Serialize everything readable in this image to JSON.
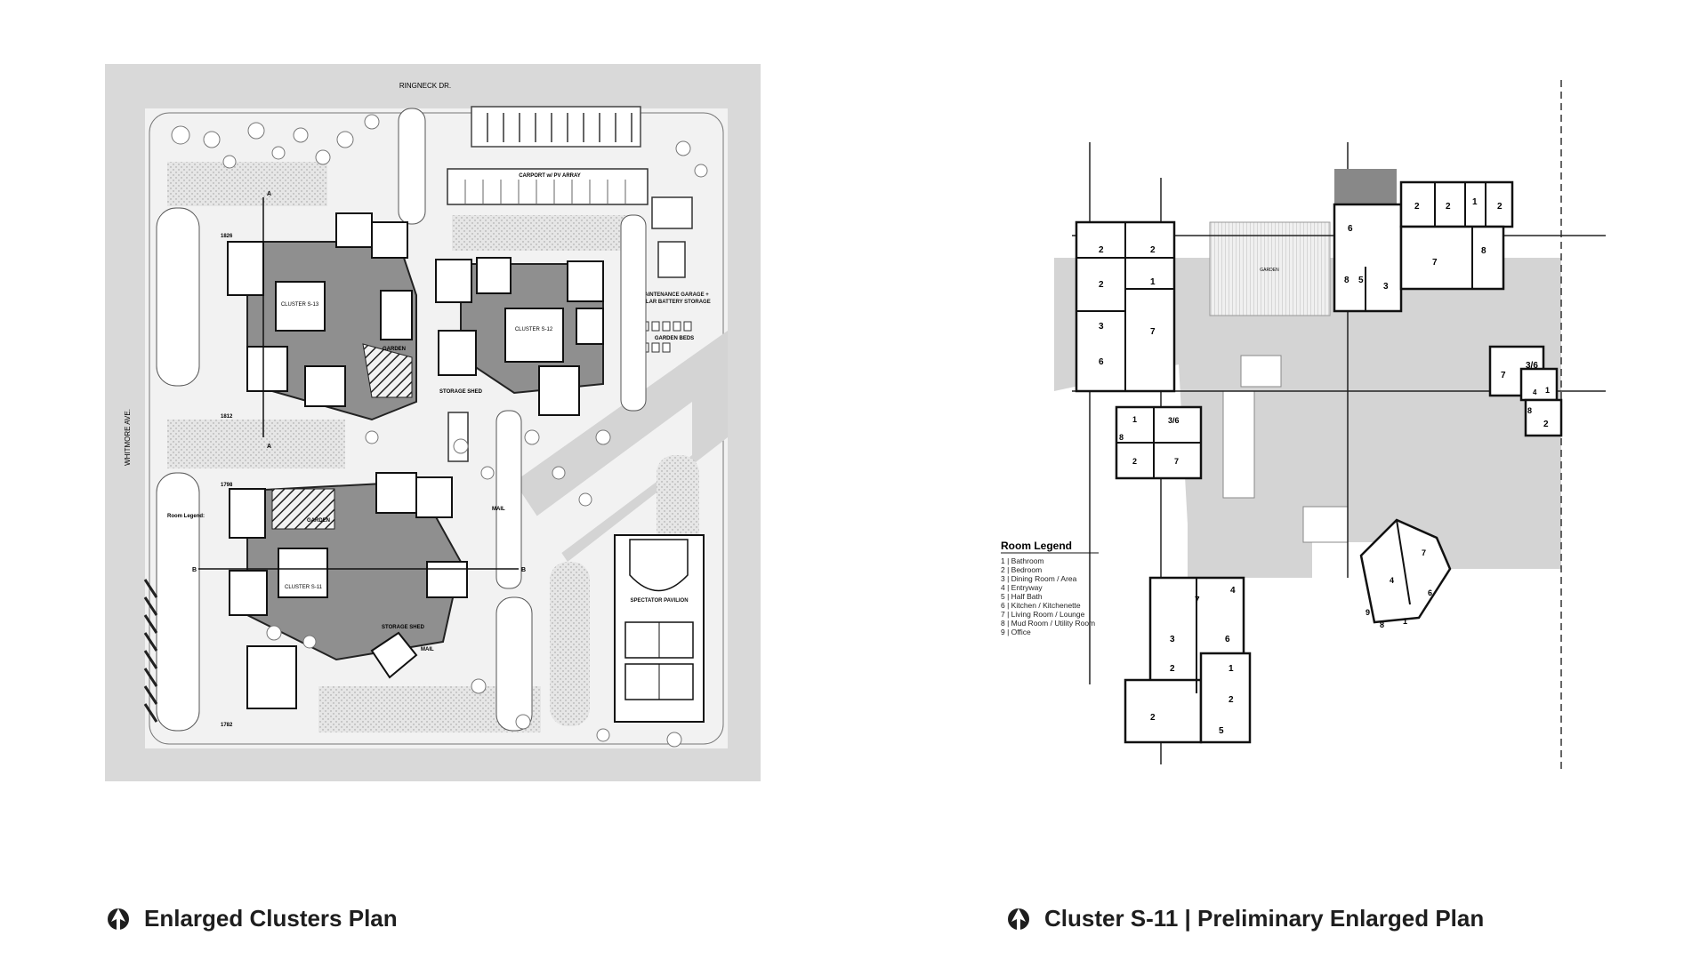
{
  "site_plan": {
    "street_top": "RINGNECK DR.",
    "street_left": "WHITMORE AVE.",
    "labels": {
      "carport": "CARPORT w/ PV ARRAY",
      "maintenance": "MAINTENANCE GARAGE + SOLAR BATTERY STORAGE",
      "garden_beds": "GARDEN BEDS",
      "cluster_s13": "CLUSTER S-13",
      "cluster_s12": "CLUSTER S-12",
      "cluster_s11": "CLUSTER S-11",
      "garden_1": "GARDEN",
      "garden_2": "GARDEN",
      "storage_shed_1": "STORAGE SHED",
      "storage_shed_2": "STORAGE SHED",
      "mail_1": "MAIL",
      "mail_2": "MAIL",
      "spectator": "SPECTATOR PAVILION",
      "section_a_top": "A",
      "section_a_bottom": "A",
      "section_b_left": "B",
      "section_b_right": "B",
      "room_legend_title": "Room Legend:",
      "lot_1826": "1826",
      "lot_1812": "1812",
      "lot_1798": "1798",
      "lot_1782": "1782"
    }
  },
  "cluster_plan": {
    "garden_label": "GARDEN",
    "legend_title": "Room Legend",
    "legend_items": [
      "1 | Bathroom",
      "2 | Bedroom",
      "3 | Dining Room / Area",
      "4 | Entryway",
      "5 | Half Bath",
      "6 | Kitchen / Kitchenette",
      "7 | Living Room / Lounge",
      "8 | Mud Room / Utility Room",
      "9 | Office"
    ],
    "room_numbers": {
      "w1": "2",
      "w2": "2",
      "w3": "2",
      "w4": "1",
      "w5": "3",
      "w6": "7",
      "w7": "6",
      "m1": "1",
      "m2": "3/6",
      "m3": "8",
      "m4": "2",
      "m5": "7",
      "n1": "2",
      "n2": "2",
      "n3": "1",
      "n4": "2",
      "n5": "6",
      "n6": "8",
      "n7": "5",
      "n8": "3",
      "n9": "7",
      "n10": "8",
      "e1": "7",
      "e2": "3/6",
      "e3": "1",
      "e4": "4",
      "e5": "8",
      "e6": "2",
      "se1": "4",
      "se2": "7",
      "se3": "6",
      "se4": "9",
      "se5": "8",
      "se6": "1",
      "s1": "7",
      "s2": "4",
      "s3": "3",
      "s4": "6",
      "s5": "1",
      "s6": "2",
      "s7": "2",
      "s8": "2",
      "s9": "5"
    }
  },
  "captions": {
    "left": "Enlarged Clusters Plan",
    "right": "Cluster S-11 | Preliminary Enlarged Plan"
  },
  "colors": {
    "ink": "#1e1e1e",
    "paving": "#d4d4d4",
    "courtyard": "#8f8f8f",
    "lawn": "#f2f2f2"
  }
}
